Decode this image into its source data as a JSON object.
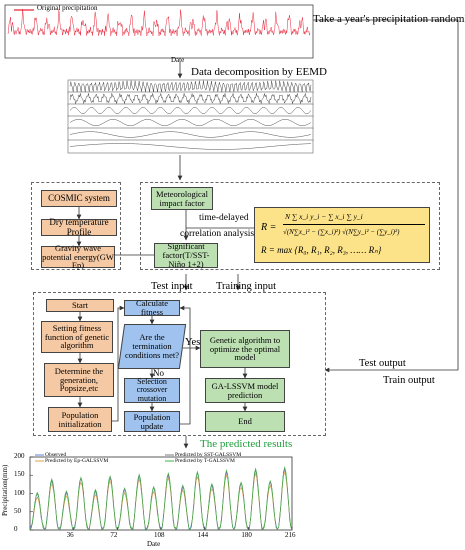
{
  "top_chart": {
    "legend": "Original precipitation",
    "xlabel": "Date"
  },
  "labels": {
    "take_year": "Take a year's precipitation randomly",
    "decomposition": "Data decomposition by EEMD",
    "test_input": "Test input",
    "training_input": "Training input",
    "test_output": "Test output",
    "train_output": "Train output",
    "predicted_results": "The predicted results",
    "time_delayed": "time-delayed",
    "correlation_analysis": "correlation analysis",
    "yes": "Yes",
    "no": "No"
  },
  "cosmic": {
    "system": "COSMIC system",
    "dry_temp": "Dry temperature Profile",
    "gw_energy": "Gravity wave potential energy(GW Ep)"
  },
  "meteo": {
    "impact": "Meteorological impact factor",
    "significant": "Significant factor(T/SST-Niño 1+2)"
  },
  "formula": {
    "r_label": "R =",
    "numerator": "N ∑ x_i y_i − ∑ x_i ∑ y_i",
    "denominator": "√(N∑x_i² − (∑x_i)²) √(N∑y_i² − (∑y_i)²)",
    "max_line": "R = max {R₀, R₁, R₂, R₃, …… Rₙ}"
  },
  "flow": {
    "start": "Start",
    "setting": "Setting fitness function of genetic algorithm",
    "determine": "Determine the generation, Popsize,etc",
    "pop_init": "Population initialization",
    "calc_fitness": "Calculate fitness",
    "termination": "Are the termination conditions met?",
    "selection": "Selection crossover mutation",
    "pop_update": "Population update",
    "genetic_opt": "Genetic algorithm to optimize the optimal model",
    "ga_lssvm": "GA-LSSVM model prediction",
    "end": "End"
  },
  "colors": {
    "orange": "#f5c9a4",
    "green": "#bde0b3",
    "blue": "#9fc3ee",
    "yellow": "#fce38a",
    "original": "#e8253a"
  },
  "chart_data": {
    "type": "line",
    "xlabel": "Date",
    "ylabel": "Precipitation(mm)",
    "xticks": [
      36,
      72,
      108,
      144,
      180,
      216
    ],
    "yticks": [
      0,
      50,
      100,
      150,
      200
    ],
    "xlim": [
      0,
      216
    ],
    "ylim": [
      0,
      200
    ],
    "legend_placement": "top",
    "series": [
      {
        "name": "Observed",
        "color": "#5b7fd6"
      },
      {
        "name": "Predicted by Ep-GALSSVM",
        "color": "#e0a040"
      },
      {
        "name": "Predicted by SST-GALSSVM",
        "color": "#7a7a7a"
      },
      {
        "name": "Predicted by T-GALSSVM",
        "color": "#3cb043"
      }
    ]
  }
}
